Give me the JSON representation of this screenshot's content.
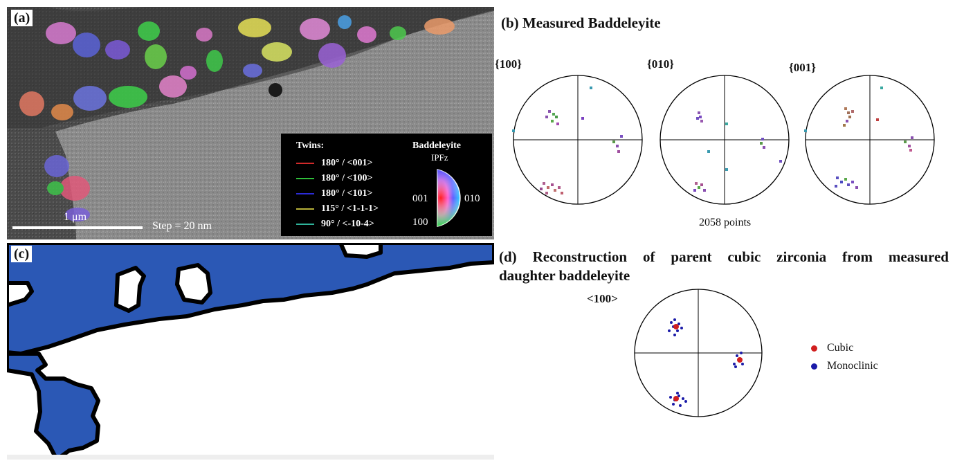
{
  "panel_a": {
    "label": "(a)",
    "scale_text": "1 μm",
    "step_text": "Step = 20 nm",
    "twins_title": "Twins:",
    "twins": [
      {
        "label": "180° / <001>",
        "color": "#d02a2a"
      },
      {
        "label": "180° / <100>",
        "color": "#2fbf3a"
      },
      {
        "label": "180° / <101>",
        "color": "#2b2bd6"
      },
      {
        "label": "115° / <1-1-1>",
        "color": "#b8b23a"
      },
      {
        "label": "90° / <-10-4>",
        "color": "#2fb39a"
      }
    ],
    "ipf_title": "Baddeleyite",
    "ipf_sub": "IPFz",
    "ipf_axis_001": "001",
    "ipf_axis_010": "010",
    "ipf_axis_100": "100"
  },
  "panel_b": {
    "label": "(b) Measured Baddeleyite",
    "pole_figures": [
      "{100}",
      "{010}",
      "{001}"
    ],
    "points_note": "2058 points"
  },
  "panel_c": {
    "label": "(c)",
    "fill_color": "#2b58b5"
  },
  "panel_d": {
    "label_line1": "(d) Reconstruction of parent cubic zirconia from measured",
    "label_line2": "daughter baddeleyite",
    "pole_figure": "<100>",
    "legend": [
      {
        "label": "Cubic",
        "color": "#d11f1f"
      },
      {
        "label": "Monoclinic",
        "color": "#1a1aa8"
      }
    ]
  }
}
